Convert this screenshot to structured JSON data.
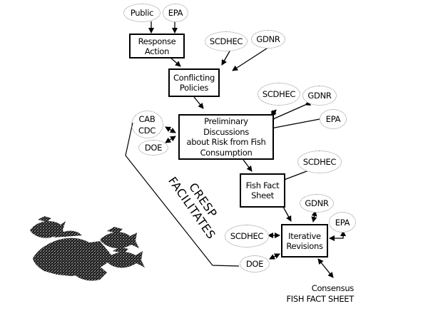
{
  "diagram": {
    "boxes": {
      "response_action": "Response\nAction",
      "conflicting_policies": "Conflicting\nPolicies",
      "preliminary_discussions": "Preliminary\nDiscussions\nabout Risk from Fish\nConsumption",
      "fish_fact_sheet": "Fish Fact\nSheet",
      "iterative_revisions": "Iterative\nRevisions"
    },
    "stakeholders": {
      "public_top": "Public",
      "epa_top": "EPA",
      "scdhec_1": "SCDHEC",
      "gdnr_1": "GDNR",
      "scdhec_2": "SCDHEC",
      "gdnr_2": "GDNR",
      "epa_2": "EPA",
      "cab": "CAB",
      "cdc": "CDC",
      "doe_1": "DOE",
      "scdhec_3": "SCDHEC",
      "gdnr_3": "GDNR",
      "epa_3": "EPA",
      "scdhec_4": "SCDHEC",
      "doe_2": "DOE"
    },
    "facilitator_label_line1": "CRESP",
    "facilitator_label_line2": "FACILITATES",
    "outcome_line1": "Consensus",
    "outcome_line2": "FISH FACT SHEET",
    "illustration": "school-of-fish"
  }
}
